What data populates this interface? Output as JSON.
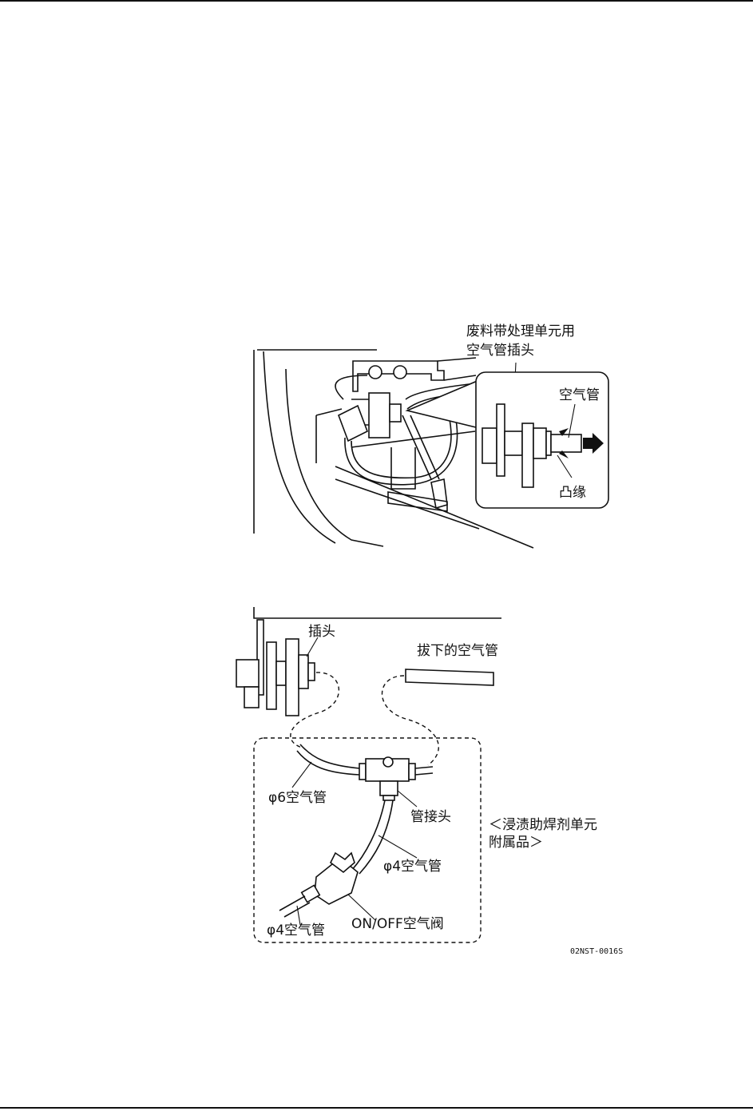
{
  "figure1": {
    "callout_label_line1": "废料带处理单元用",
    "callout_label_line2": "空气管插头",
    "inset_tube_label": "空气管",
    "inset_flange_label": "凸缘"
  },
  "figure2": {
    "plug_label": "插头",
    "removed_tube_label": "拔下的空气管",
    "phi6_tube_label": "φ6空气管",
    "fitting_label": "管接头",
    "phi4_tube_label_upper": "φ4空气管",
    "phi4_tube_label_lower": "φ4空气管",
    "valve_label": "ON/OFF空气阀",
    "accessory_line1": "＜浸渍助焊剂单元",
    "accessory_line2": "附属品＞",
    "drawing_code": "02NST-0016S"
  }
}
